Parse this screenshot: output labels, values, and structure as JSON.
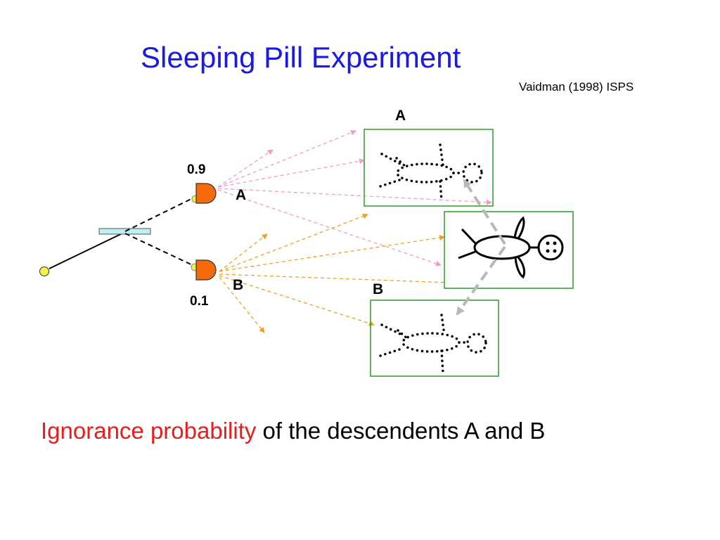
{
  "slide": {
    "title": "Sleeping Pill Experiment",
    "citation": "Vaidman (1998) ISPS"
  },
  "diagram": {
    "prob_upper": "0.9",
    "prob_lower": "0.1",
    "detector_label_upper": "A",
    "detector_label_lower": "B",
    "sleeper_label_top": "A",
    "sleeper_label_bottom": "B"
  },
  "caption": {
    "highlight": "Ignorance probability",
    "rest": " of the descendents A and B"
  },
  "colors": {
    "title": "#1a1ae6",
    "highlight": "#e61e1e",
    "pink_rays": "#f29ac8",
    "orange_rays": "#f0a020",
    "detector": "#f56a0a",
    "box_border": "#2a9a2a",
    "beam_splitter": "#bfeef4"
  }
}
